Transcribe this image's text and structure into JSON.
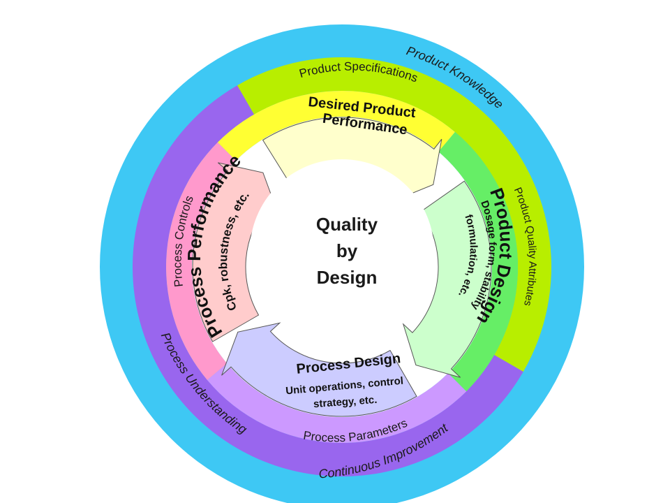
{
  "center": {
    "line1": "Quality",
    "line2": "by",
    "line3": "Design"
  },
  "outer_ring": {
    "top_right": "Product Knowledge",
    "left": "Process Understanding",
    "bottom": "Continuous Improvement"
  },
  "middle_ring": {
    "top": "Product Specifications",
    "right": "Product Quality Attributes",
    "bottom": "Process Parameters",
    "left": "Process Controls"
  },
  "arrows": {
    "top": {
      "title_line1": "Desired Product",
      "title_line2": "Performance"
    },
    "right": {
      "title": "Product Design",
      "sub_line1": "Dosage form, stability,",
      "sub_line2": "formulation, etc."
    },
    "bottom": {
      "title": "Process Design",
      "sub_line1": "Unit operations, control",
      "sub_line2": "strategy, etc."
    },
    "left": {
      "title": "Process Performance",
      "sub": "Cpk, robustness, etc."
    }
  },
  "colors": {
    "outer_blue": "#3ec8f4",
    "outer_purple": "#9966ee",
    "lime_green": "#b8ee00",
    "yellow": "#ffff33",
    "green": "#66ee66",
    "lavender": "#cc99ff",
    "pink": "#ff99cc",
    "arrow_cream": "#ffffcc",
    "arrow_mint": "#ccffcc",
    "arrow_periwinkle": "#ccccff",
    "arrow_rose": "#ffcccc"
  }
}
